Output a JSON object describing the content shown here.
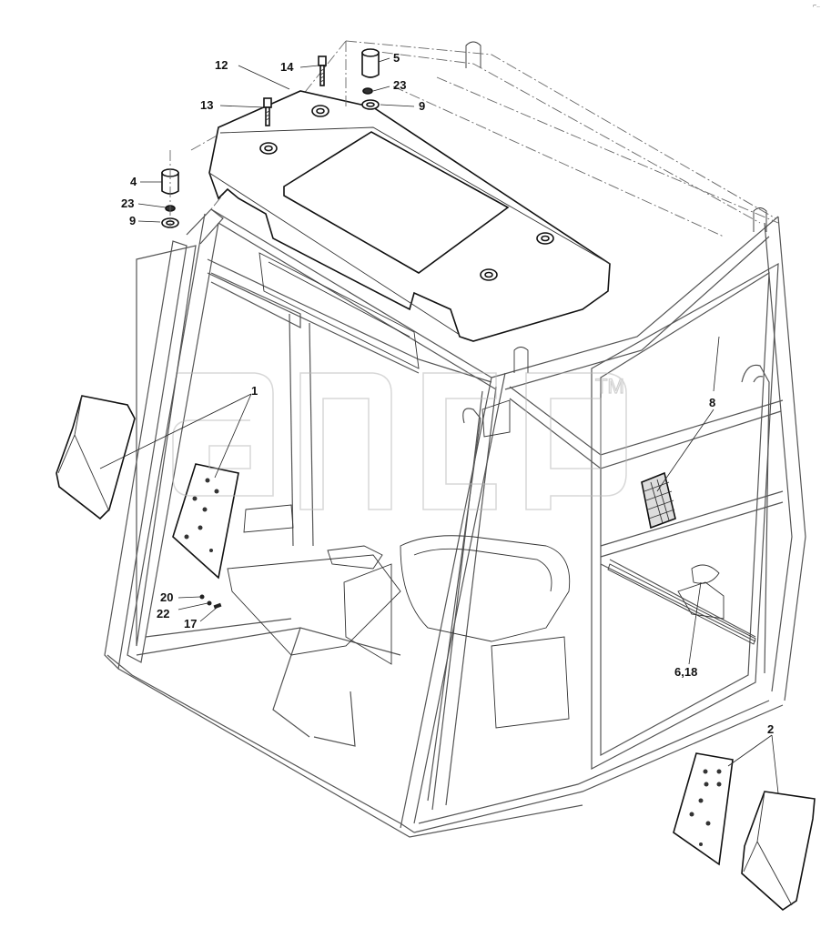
{
  "corner_mark": "⌐..",
  "watermark": {
    "brand": "agcp",
    "tm": "TM"
  },
  "callouts": {
    "c1": "1",
    "c2": "2",
    "c4": "4",
    "c5": "5",
    "c618": "6,18",
    "c8": "8",
    "c9a": "9",
    "c9b": "9",
    "c12": "12",
    "c13": "13",
    "c14": "14",
    "c17": "17",
    "c20": "20",
    "c22": "22",
    "c23a": "23",
    "c23b": "23"
  }
}
